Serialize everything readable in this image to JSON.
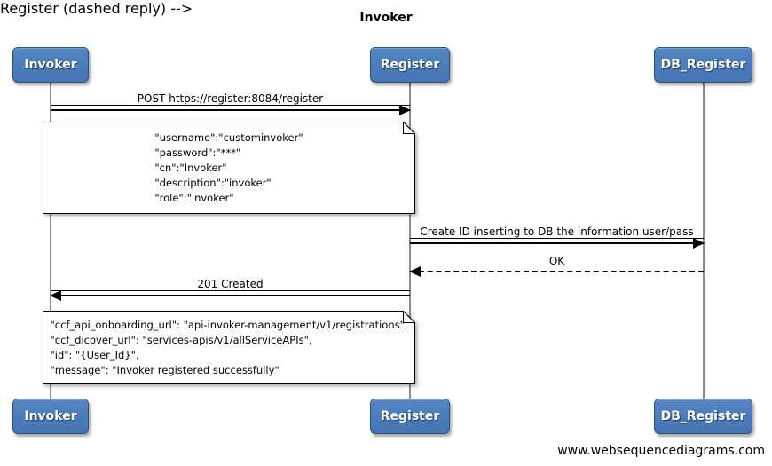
{
  "title": "Invoker",
  "watermark": "www.websequencediagrams.com",
  "actors": [
    {
      "id": "invoker",
      "label": "Invoker"
    },
    {
      "id": "register",
      "label": "Register"
    },
    {
      "id": "db_register",
      "label": "DB_Register"
    }
  ],
  "messages": [
    {
      "from": "Invoker",
      "to": "Register",
      "style": "solid",
      "label": "POST https://register:8084/register"
    },
    {
      "from": "Register",
      "to": "DB_Register",
      "style": "solid",
      "label": "Create ID inserting to DB the information user/pass"
    },
    {
      "from": "DB_Register",
      "to": "Register",
      "style": "dashed",
      "label": "OK"
    },
    {
      "from": "Register",
      "to": "Invoker",
      "style": "solid",
      "label": "201 Created"
    }
  ],
  "notes": [
    {
      "over": "Invoker,Register",
      "text": "\"username\":\"custominvoker\"\n\"password\":\"***\"\n\"cn\":\"Invoker\"\n\"description\":\"invoker\"\n\"role\":\"invoker\""
    },
    {
      "over": "Invoker,Register",
      "text": "\"ccf_api_onboarding_url\": \"api-invoker-management/v1/registrations\",\n\"ccf_dicover_url\": \"services-apis/v1/allServiceAPIs\",\n\"id\": \"{User_Id}\",\n\"message\": \"Invoker registered successfully\""
    }
  ],
  "colors": {
    "actor_fill": "#4a7bba",
    "actor_border": "#2d4d7d",
    "actor_text": "#ffffff",
    "lifeline": "#8a8a8a",
    "note_fill": "#ffffff",
    "line": "#000000",
    "background": "#ffffff"
  }
}
